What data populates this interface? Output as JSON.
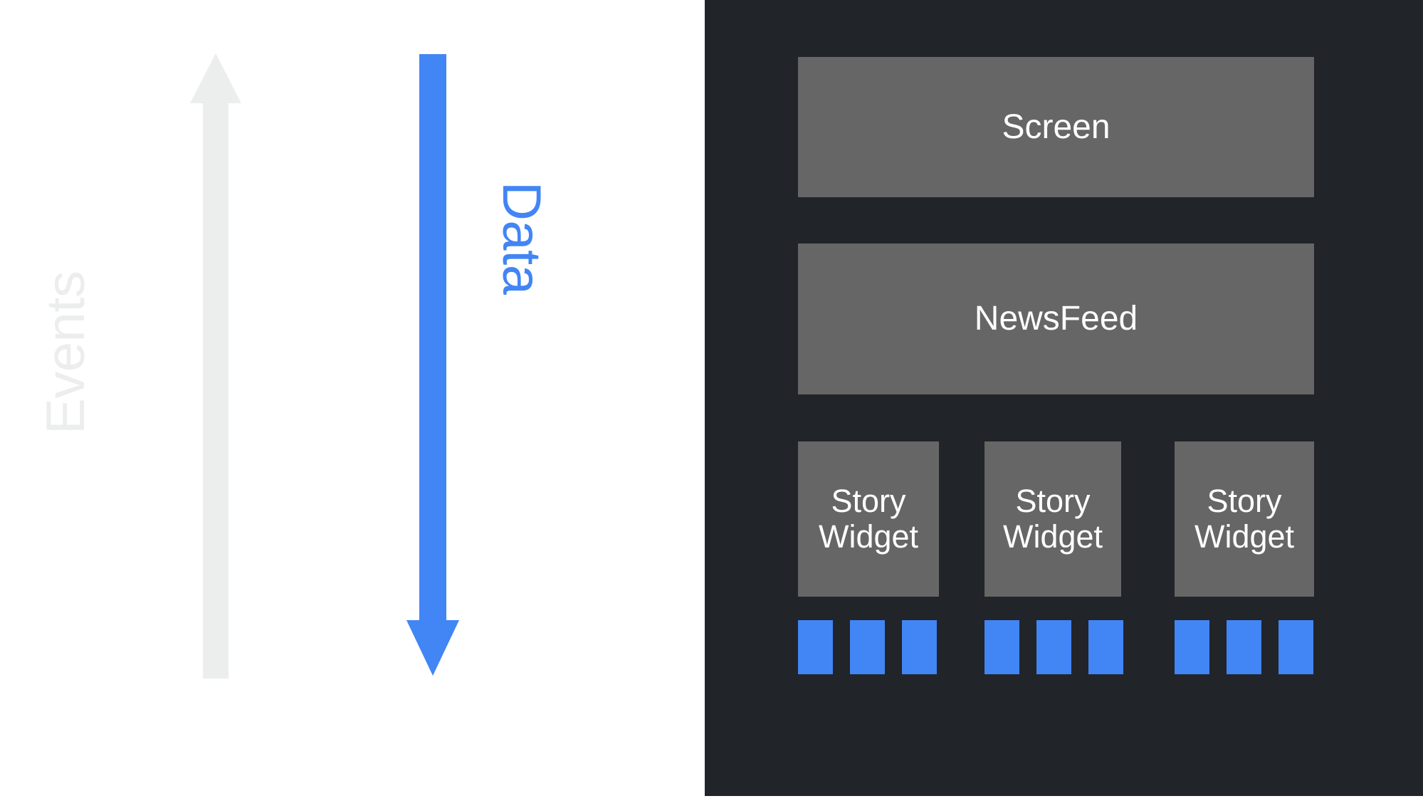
{
  "diagram": {
    "title": "Unidirectional data flow diagram",
    "background_left": "#ffffff",
    "background_panel": "#212429",
    "accent_color": "#4285f4",
    "muted_color": "#eceded",
    "block_color": "#666666",
    "flows": [
      {
        "id": "events",
        "label": "Events",
        "direction": "up",
        "color": "#eceded"
      },
      {
        "id": "data",
        "label": "Data",
        "direction": "down",
        "color": "#4285f4"
      }
    ],
    "tree": {
      "root": {
        "label": "Screen"
      },
      "child": {
        "label": "NewsFeed"
      },
      "leaves": [
        {
          "label": "Story\nWidget",
          "line1": "Story",
          "line2": "Widget",
          "squares": 3
        },
        {
          "label": "Story\nWidget",
          "line1": "Story",
          "line2": "Widget",
          "squares": 3
        },
        {
          "label": "Story\nWidget",
          "line1": "Story",
          "line2": "Widget",
          "squares": 3
        }
      ]
    }
  }
}
